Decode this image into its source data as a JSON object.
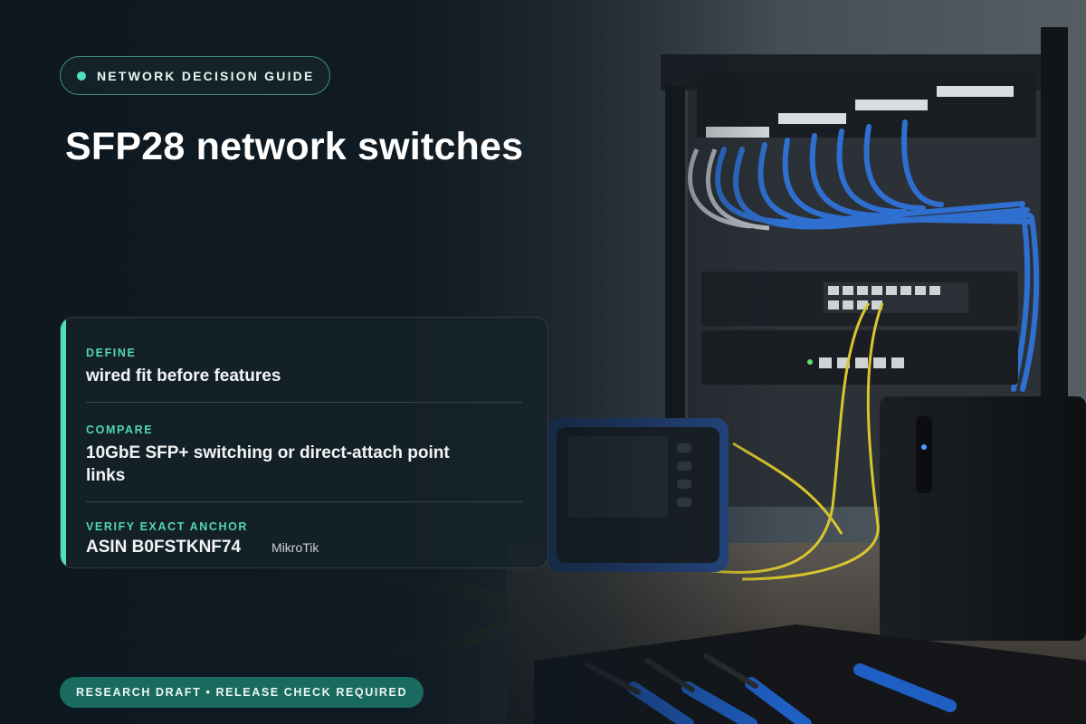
{
  "eyebrow": {
    "label": "NETWORK DECISION GUIDE"
  },
  "title": "SFP28 network switches",
  "card": {
    "define": {
      "label": "DEFINE",
      "value": "wired fit before features"
    },
    "compare": {
      "label": "COMPARE",
      "value": "10GbE SFP+ switching or direct-attach point links"
    },
    "verify": {
      "label": "VERIFY EXACT ANCHOR",
      "asin": "ASIN B0FSTKNF74",
      "brand": "MikroTik"
    }
  },
  "footer": {
    "label": "RESEARCH DRAFT • RELEASE CHECK REQUIRED"
  },
  "colors": {
    "accent": "#4fe0bf",
    "footer_bg": "#1a6b5f",
    "background": "#0f1820"
  }
}
